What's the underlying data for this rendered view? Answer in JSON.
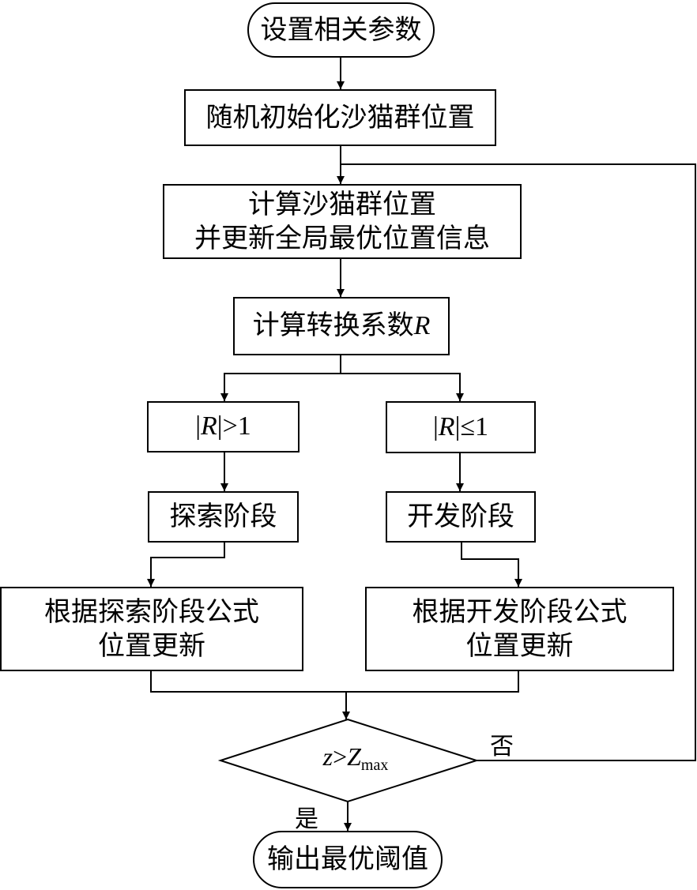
{
  "flowchart": {
    "start": "设置相关参数",
    "init": "随机初始化沙猫群位置",
    "compute": {
      "line1": "计算沙猫群位置",
      "line2": "并更新全局最优位置信息"
    },
    "coef": {
      "text": "计算转换系数",
      "var": "R"
    },
    "cond_left": {
      "pre": "|",
      "var": "R",
      "post": "|>1"
    },
    "cond_right": {
      "pre": "|",
      "var": "R",
      "post": "|≤1"
    },
    "explore": "探索阶段",
    "exploit": "开发阶段",
    "update_left": {
      "line1": "根据探索阶段公式",
      "line2": "位置更新"
    },
    "update_right": {
      "line1": "根据开发阶段公式",
      "line2": "位置更新"
    },
    "decision": {
      "lhs": "z",
      "op": ">",
      "rhs": "Z",
      "sub": "max"
    },
    "yes_label": "是",
    "no_label": "否",
    "end": "输出最优阈值"
  }
}
